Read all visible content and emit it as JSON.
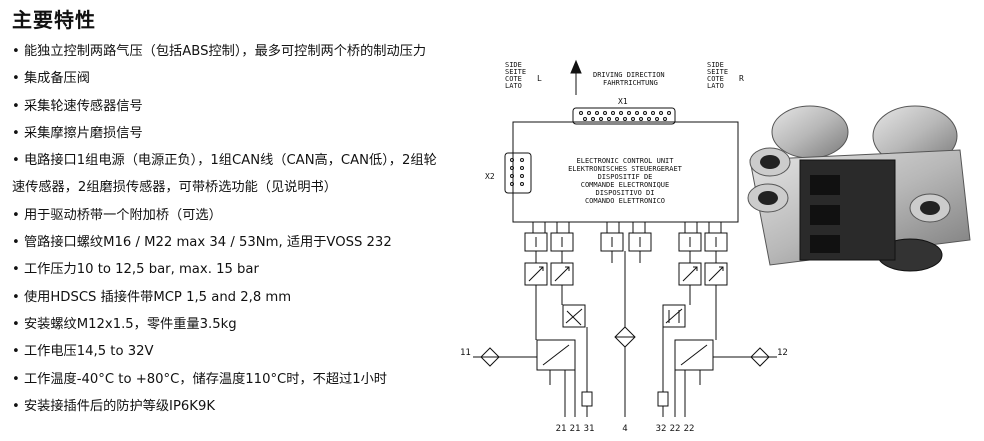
{
  "title": "主要特性",
  "features": [
    "能独立控制两路气压（包括ABS控制），最多可控制两个桥的制动压力",
    "集成备压阀",
    "采集轮速传感器信号",
    "采集摩擦片磨损信号",
    "电路接口1组电源（电源正负），1组CAN线（CAN高，CAN低），2组轮",
    "速传感器，2组磨损传感器，可带桥选功能（见说明书）",
    "用于驱动桥带一个附加桥（可选）",
    "管路接口螺纹M16 / M22 max 34 / 53Nm, 适用于VOSS 232",
    "工作压力10 to 12,5 bar, max. 15 bar",
    "使用HDSCS 插接件带MCP 1,5 and 2,8 mm",
    "安装螺纹M12x1.5，零件重量3.5kg",
    "工作电压14,5 to 32V",
    "工作温度-40°C to +80°C，储存温度110°C时，不超过1小时",
    "安装接插件后的防护等级IP6K9K"
  ],
  "bullet": "•",
  "diagram": {
    "side_left": [
      "SIDE",
      "SEITE",
      "COTE",
      "LATO"
    ],
    "side_left_letter": "L",
    "side_right": [
      "SIDE",
      "SEITE",
      "COTE",
      "LATO"
    ],
    "side_right_letter": "R",
    "direction": [
      "DRIVING DIRECTION",
      "FAHRTRICHTUNG"
    ],
    "x1": "X1",
    "x2": "X2",
    "ecu": [
      "ELECTRONIC CONTROL UNIT",
      "ELEKTRONISCHES STEUERGERAET",
      "DISPOSITIF DE",
      "COMMANDE ELECTRONIQUE",
      "DISPOSITIVO DI",
      "COMANDO ELETTRONICO"
    ],
    "port_11": "11",
    "port_12": "12",
    "bottom_ports": [
      "21",
      "21",
      "31",
      "4",
      "32",
      "22",
      "22"
    ]
  }
}
